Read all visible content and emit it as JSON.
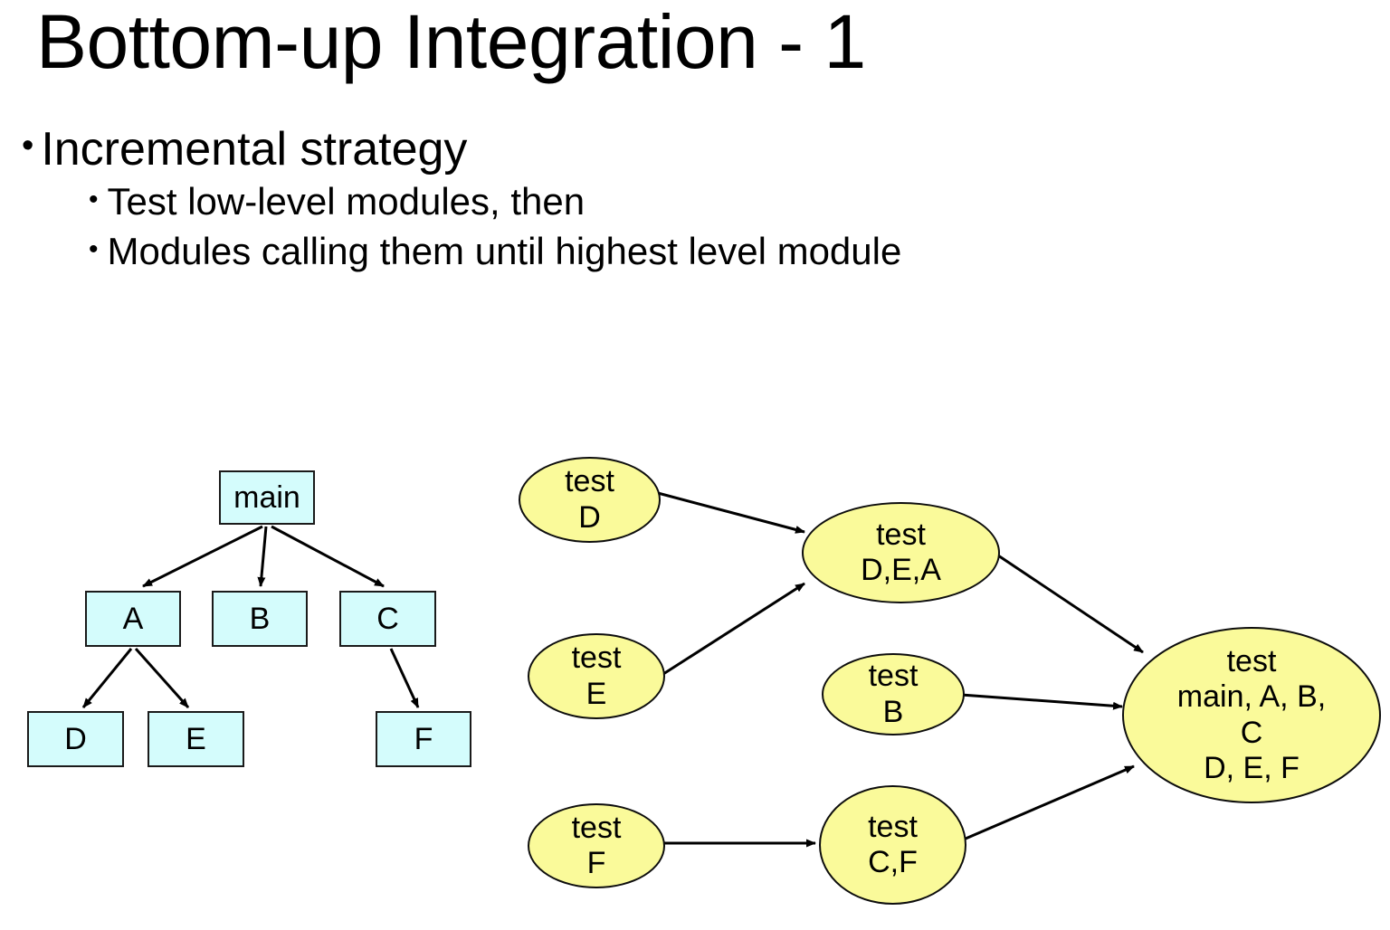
{
  "slide": {
    "title": "Bottom-up Integration - 1",
    "bullets": [
      {
        "level": 1,
        "text": "Incremental strategy",
        "marker": "•"
      },
      {
        "level": 2,
        "text": "Test low-level modules, then",
        "marker": "•"
      },
      {
        "level": 2,
        "text": "Modules calling them until highest level module",
        "marker": "•"
      }
    ]
  },
  "colors": {
    "module_fill": "#d4fcfc",
    "module_stroke": "#1a1a1a",
    "test_fill": "#fafa9a",
    "test_stroke": "#0d0d0d",
    "text": "#000000",
    "background": "#ffffff"
  },
  "module_tree": {
    "caption": "",
    "nodes": [
      {
        "id": "main",
        "label": "main"
      },
      {
        "id": "A",
        "label": "A"
      },
      {
        "id": "B",
        "label": "B"
      },
      {
        "id": "C",
        "label": "C"
      },
      {
        "id": "D",
        "label": "D"
      },
      {
        "id": "E",
        "label": "E"
      },
      {
        "id": "F",
        "label": "F"
      }
    ],
    "edges": [
      {
        "from": "main",
        "to": "A"
      },
      {
        "from": "main",
        "to": "B"
      },
      {
        "from": "main",
        "to": "C"
      },
      {
        "from": "A",
        "to": "D"
      },
      {
        "from": "A",
        "to": "E"
      },
      {
        "from": "C",
        "to": "F"
      }
    ]
  },
  "test_graph": {
    "nodes": [
      {
        "id": "testD",
        "lines": [
          "test",
          "D"
        ]
      },
      {
        "id": "testE",
        "lines": [
          "test",
          "E"
        ]
      },
      {
        "id": "testDEA",
        "lines": [
          "test",
          "D,E,A"
        ]
      },
      {
        "id": "testB",
        "lines": [
          "test",
          "B"
        ]
      },
      {
        "id": "testF",
        "lines": [
          "test",
          "F"
        ]
      },
      {
        "id": "testCF",
        "lines": [
          "test",
          "C,F"
        ]
      },
      {
        "id": "testAll",
        "lines": [
          "test",
          "main, A, B,",
          "C",
          "D, E, F"
        ]
      }
    ],
    "edges": [
      {
        "from": "testD",
        "to": "testDEA"
      },
      {
        "from": "testE",
        "to": "testDEA"
      },
      {
        "from": "testDEA",
        "to": "testAll"
      },
      {
        "from": "testB",
        "to": "testAll"
      },
      {
        "from": "testF",
        "to": "testCF"
      },
      {
        "from": "testCF",
        "to": "testAll"
      }
    ]
  }
}
